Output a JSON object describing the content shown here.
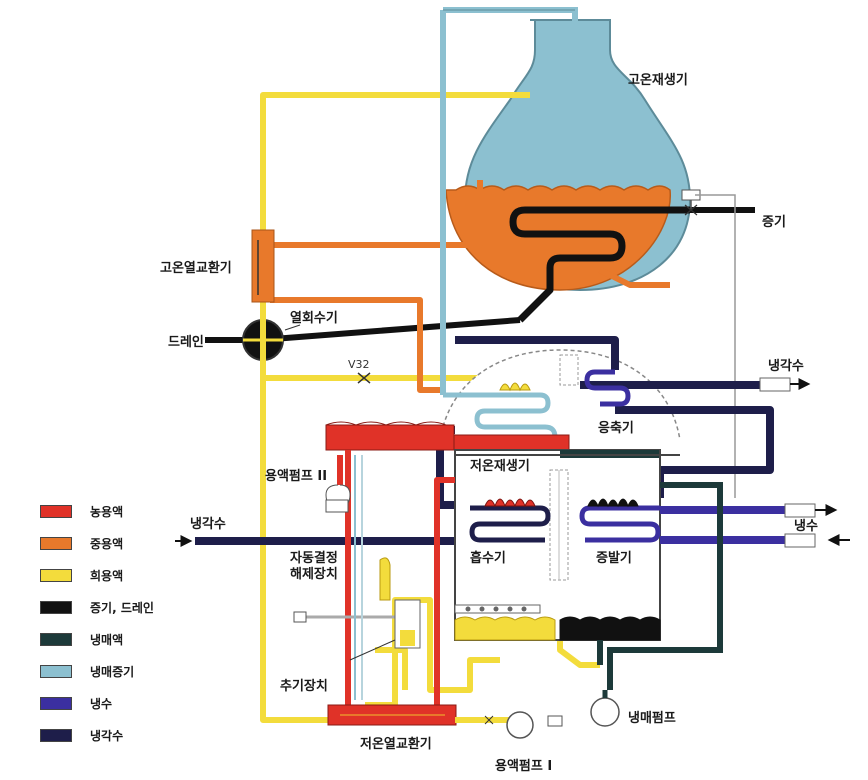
{
  "labels": {
    "high_temp_generator": "고온재생기",
    "steam": "증기",
    "high_temp_heat_exchanger": "고온열교환기",
    "heat_recovery": "열회수기",
    "drain": "드레인",
    "valve_v32": "V32",
    "cooling_water_out": "냉각수",
    "condenser": "응축기",
    "low_temp_generator": "저온재생기",
    "solution_pump_2": "용액펌프 II",
    "cooling_water_in": "냉각수",
    "absorber": "흡수기",
    "evaporator": "증발기",
    "chilled_water": "냉수",
    "auto_decrystallizer": "자동결정\n해제장치",
    "purge_unit": "추기장치",
    "refrigerant_pump": "냉매펌프",
    "low_temp_heat_exchanger": "저온열교환기",
    "solution_pump_1": "용액펌프 I"
  },
  "legend": [
    {
      "label": "농용액",
      "color": "#e03228"
    },
    {
      "label": "중용액",
      "color": "#e8792b"
    },
    {
      "label": "희용액",
      "color": "#f3dc3c"
    },
    {
      "label": "증기, 드레인",
      "color": "#111111"
    },
    {
      "label": "냉매액",
      "color": "#1d3a3a"
    },
    {
      "label": "냉매증기",
      "color": "#8cc0d0"
    },
    {
      "label": "냉수",
      "color": "#3b2fa0"
    },
    {
      "label": "냉각수",
      "color": "#1e1e4a"
    }
  ]
}
